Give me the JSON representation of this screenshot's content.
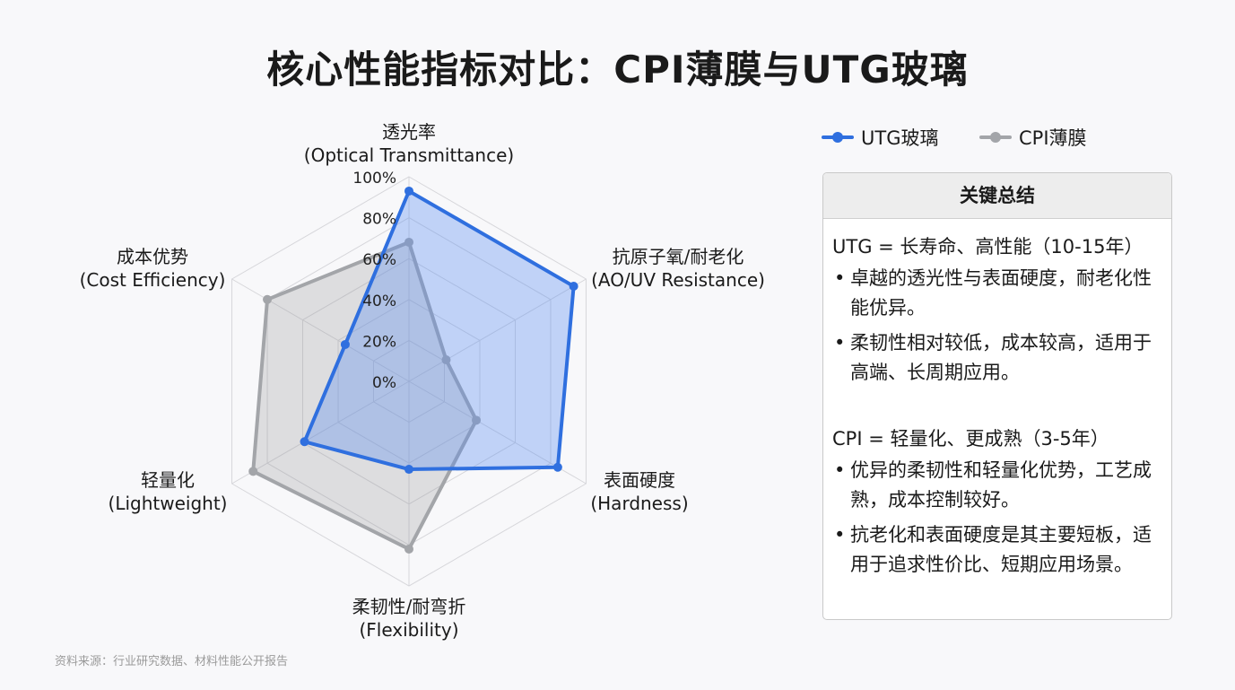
{
  "title": "核心性能指标对比：CPI薄膜与UTG玻璃",
  "chart_data": {
    "type": "radar",
    "title": "核心性能指标对比：CPI薄膜与UTG玻璃",
    "axes": [
      {
        "cn": "透光率",
        "en": "(Optical Transmittance)"
      },
      {
        "cn": "抗原子氧/耐老化",
        "en": "(AO/UV Resistance)"
      },
      {
        "cn": "表面硬度",
        "en": "(Hardness)"
      },
      {
        "cn": "柔韧性/耐弯折",
        "en": "(Flexibility)"
      },
      {
        "cn": "轻量化",
        "en": "(Lightweight)"
      },
      {
        "cn": "成本优势",
        "en": "(Cost Efficiency)"
      }
    ],
    "rlim": [
      0,
      100
    ],
    "ticks": [
      "0%",
      "20%",
      "40%",
      "60%",
      "80%",
      "100%"
    ],
    "grid": true,
    "legend_position": "top-right",
    "series": [
      {
        "name": "UTG玻璃",
        "color": "#2f6fdf",
        "fill": "rgba(90,140,240,0.35)",
        "values": [
          93,
          93,
          84,
          43,
          59,
          36
        ]
      },
      {
        "name": "CPI薄膜",
        "color": "#a3a5a9",
        "fill": "rgba(150,150,155,0.28)",
        "values": [
          68,
          21,
          38,
          82,
          88,
          80
        ]
      }
    ]
  },
  "summary": {
    "header": "关键总结",
    "sections": [
      {
        "heading": "UTG = 长寿命、高性能（10-15年）",
        "bullets": [
          "卓越的透光性与表面硬度，耐老化性能优异。",
          "柔韧性相对较低，成本较高，适用于高端、长周期应用。"
        ]
      },
      {
        "heading": "CPI = 轻量化、更成熟（3-5年）",
        "bullets": [
          "优异的柔韧性和轻量化优势，工艺成熟，成本控制较好。",
          "抗老化和表面硬度是其主要短板，适用于追求性价比、短期应用场景。"
        ]
      }
    ]
  },
  "footer": "资料来源：行业研究数据、材料性能公开报告"
}
